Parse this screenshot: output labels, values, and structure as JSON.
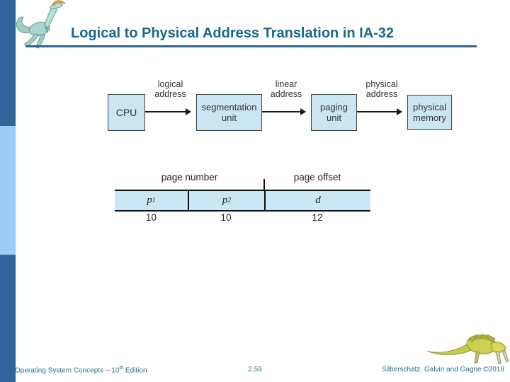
{
  "slide": {
    "title": "Logical to Physical Address Translation in IA-32"
  },
  "colors": {
    "accent_dark_blue": "#31649a",
    "accent_light_blue": "#9accf8",
    "title_teal": "#17688e",
    "title_rule_blue": "#2d6494",
    "diagram_box_fill": "#c9e6f2",
    "table_row_fill": "#cbe7f4",
    "footer_teal": "#27718a"
  },
  "diagram": {
    "boxes": [
      {
        "line1": "CPU",
        "line2": ""
      },
      {
        "line1": "segmentation",
        "line2": "unit"
      },
      {
        "line1": "paging",
        "line2": "unit"
      },
      {
        "line1": "physical",
        "line2": "memory"
      }
    ],
    "arrows": [
      {
        "line1": "logical",
        "line2": "address"
      },
      {
        "line1": "linear",
        "line2": "address"
      },
      {
        "line1": "physical",
        "line2": "address"
      }
    ]
  },
  "address_table": {
    "headers": [
      "page number",
      "page offset"
    ],
    "fields": [
      {
        "base": "p",
        "sub": "1",
        "bits": "10"
      },
      {
        "base": "p",
        "sub": "2",
        "bits": "10"
      },
      {
        "base": "d",
        "sub": "",
        "bits": "12"
      }
    ]
  },
  "footer": {
    "left_prefix": "Operating System Concepts – 10",
    "left_sup": "th",
    "left_suffix": " Edition",
    "page_number": "2.59",
    "right": "Silberschatz, Galvin and Gagne ©2018"
  }
}
